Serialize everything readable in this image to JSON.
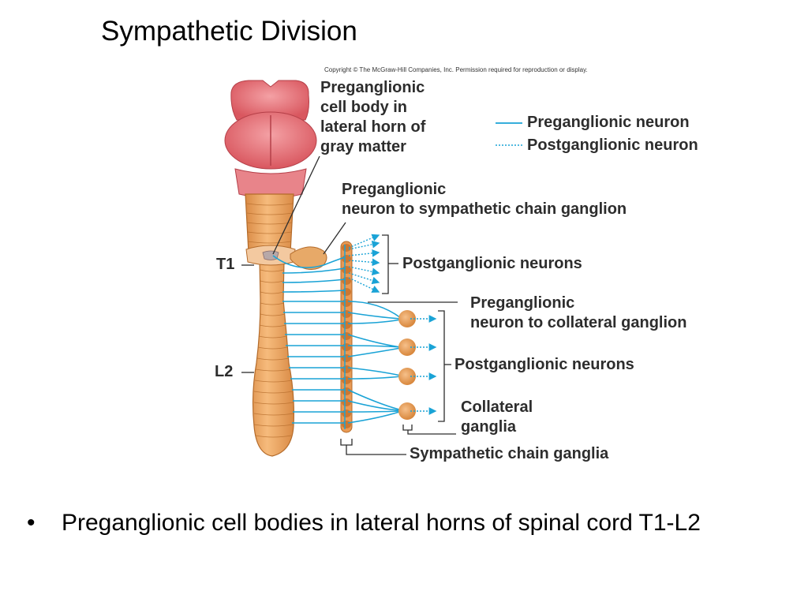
{
  "slide": {
    "title": "Sympathetic Division"
  },
  "figure": {
    "copyright": "Copyright © The McGraw-Hill Companies, Inc. Permission required for reproduction or display.",
    "labels": {
      "cell_body": [
        "Preganglionic",
        "cell body in",
        "lateral horn of",
        "gray matter"
      ],
      "legend_pre": "Preganglionic neuron",
      "legend_post": "Postganglionic neuron",
      "pre_to_chain": [
        "Preganglionic",
        "neuron to sympathetic chain ganglion"
      ],
      "post_upper": "Postganglionic neurons",
      "pre_to_collateral": [
        "Preganglionic",
        "neuron to collateral ganglion"
      ],
      "post_lower": "Postganglionic neurons",
      "collateral": [
        "Collateral",
        "ganglia"
      ],
      "chain_ganglia": "Sympathetic chain ganglia",
      "t1": "T1",
      "l2": "L2"
    },
    "colors": {
      "neuron": "#1aa3d6",
      "cord": "#f0aa66",
      "cord_dark": "#c77a33",
      "brain": "#e8777e",
      "ganglion": "#e89a4f"
    }
  },
  "bullets": [
    "Preganglionic cell bodies in lateral horns of spinal cord T1-L2"
  ]
}
